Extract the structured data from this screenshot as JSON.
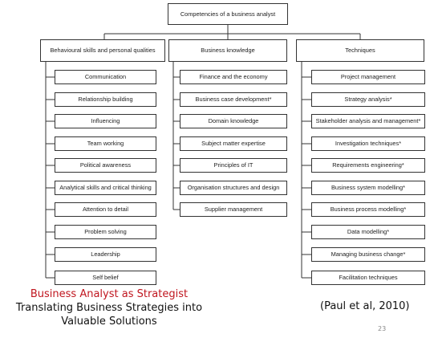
{
  "diagram": {
    "root": "Competencies of a business analyst",
    "columns": [
      {
        "title": "Behavioural skills and personal qualities",
        "items": [
          "Communication",
          "Relationship building",
          "Influencing",
          "Team working",
          "Political awareness",
          "Analytical skills and critical thinking",
          "Attention to detail",
          "Problem solving",
          "Leadership",
          "Self belief"
        ]
      },
      {
        "title": "Business knowledge",
        "items": [
          "Finance and the economy",
          "Business case development*",
          "Domain knowledge",
          "Subject matter expertise",
          "Principles of IT",
          "Organisation structures and design",
          "Supplier management"
        ]
      },
      {
        "title": "Techniques",
        "items": [
          "Project management",
          "Strategy analysis*",
          "Stakeholder analysis and management*",
          "Investigation techniques*",
          "Requirements engineering*",
          "Business system modelling*",
          "Business process modelling*",
          "Data modelling*",
          "Managing business change*",
          "Facilitation techniques"
        ]
      }
    ]
  },
  "caption": {
    "title": "Business Analyst as Strategist",
    "subtitle_line1": "Translating Business Strategies into",
    "subtitle_line2": "Valuable Solutions"
  },
  "citation": "(Paul et al, 2010)",
  "page_number": "23"
}
